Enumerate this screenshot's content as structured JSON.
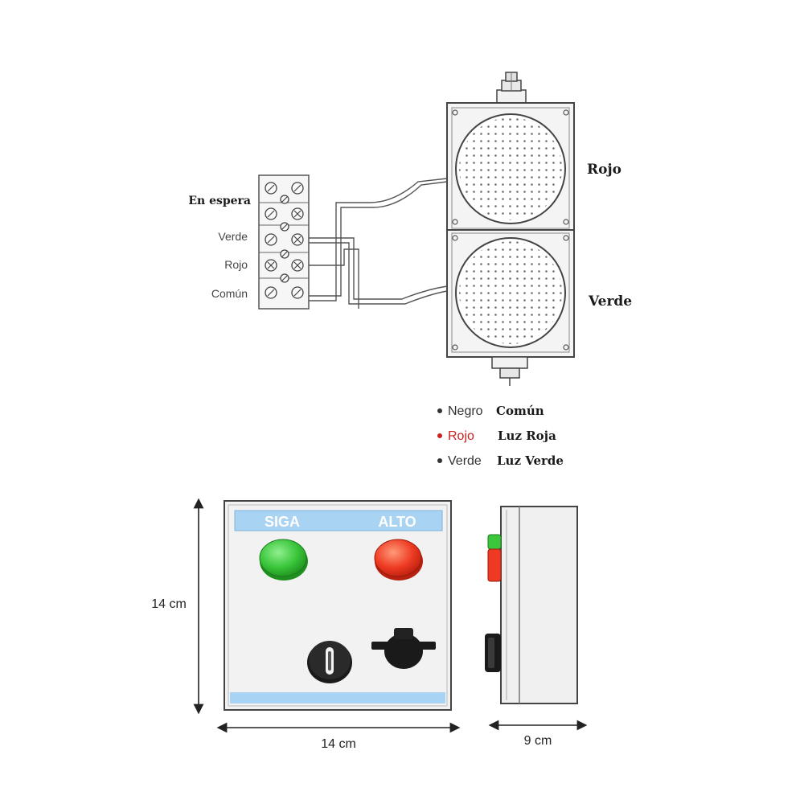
{
  "traffic_light": {
    "lamp_top_label": "Rojo",
    "lamp_bottom_label": "Verde"
  },
  "terminal_block": {
    "standby_label": "En espera",
    "green_label": "Verde",
    "red_label": "Rojo",
    "common_label": "Común"
  },
  "wire_legend": [
    {
      "color_name": "Negro",
      "function": "Común",
      "dot_color": "#333333",
      "text_color": "#333333"
    },
    {
      "color_name": "Rojo",
      "function": "Luz Roja",
      "dot_color": "#cc1f1f",
      "text_color": "#cc1f1f"
    },
    {
      "color_name": "Verde",
      "function": "Luz Verde",
      "dot_color": "#333333",
      "text_color": "#333333"
    }
  ],
  "control_box": {
    "go_label": "SIGA",
    "stop_label": "ALTO",
    "height_dim": "14 cm",
    "width_dim": "14 cm",
    "depth_dim": "9 cm",
    "go_color": "#3cc63c",
    "stop_color": "#ee3a22",
    "band_color": "#a9d3f2"
  }
}
